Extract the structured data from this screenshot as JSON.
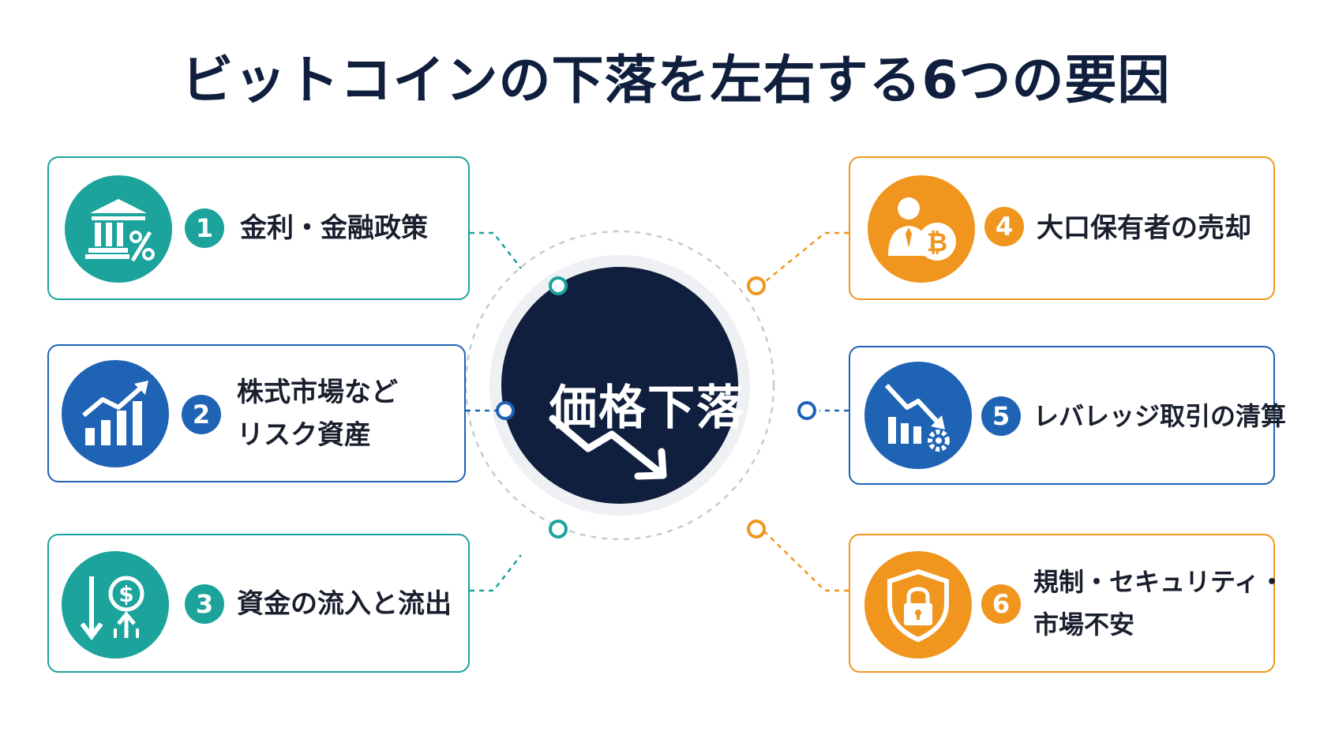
{
  "title": "ビットコインの下落を左右する6つの要因",
  "center": {
    "label": "価格下落",
    "icon": "down-trend-arrow-icon"
  },
  "colors": {
    "teal": "#1ba39c",
    "blue": "#1f63b5",
    "orange": "#f0961f",
    "navy": "#0f1f3d"
  },
  "factors": [
    {
      "number": "1",
      "lines": [
        "金利・金融政策"
      ],
      "icon": "bank-percent-icon",
      "color": "teal"
    },
    {
      "number": "2",
      "lines": [
        "株式市場など",
        "リスク資産"
      ],
      "icon": "growth-chart-icon",
      "color": "blue"
    },
    {
      "number": "3",
      "lines": [
        "資金の流入と流出"
      ],
      "icon": "money-flow-icon",
      "color": "teal"
    },
    {
      "number": "4",
      "lines": [
        "大口保有者の売却"
      ],
      "icon": "whale-holder-bitcoin-icon",
      "color": "orange"
    },
    {
      "number": "5",
      "lines": [
        "レバレッジ取引の清算"
      ],
      "icon": "declining-chart-gear-icon",
      "color": "blue"
    },
    {
      "number": "6",
      "lines": [
        "規制・セキュリティ・",
        "市場不安"
      ],
      "icon": "shield-lock-icon",
      "color": "orange"
    }
  ]
}
